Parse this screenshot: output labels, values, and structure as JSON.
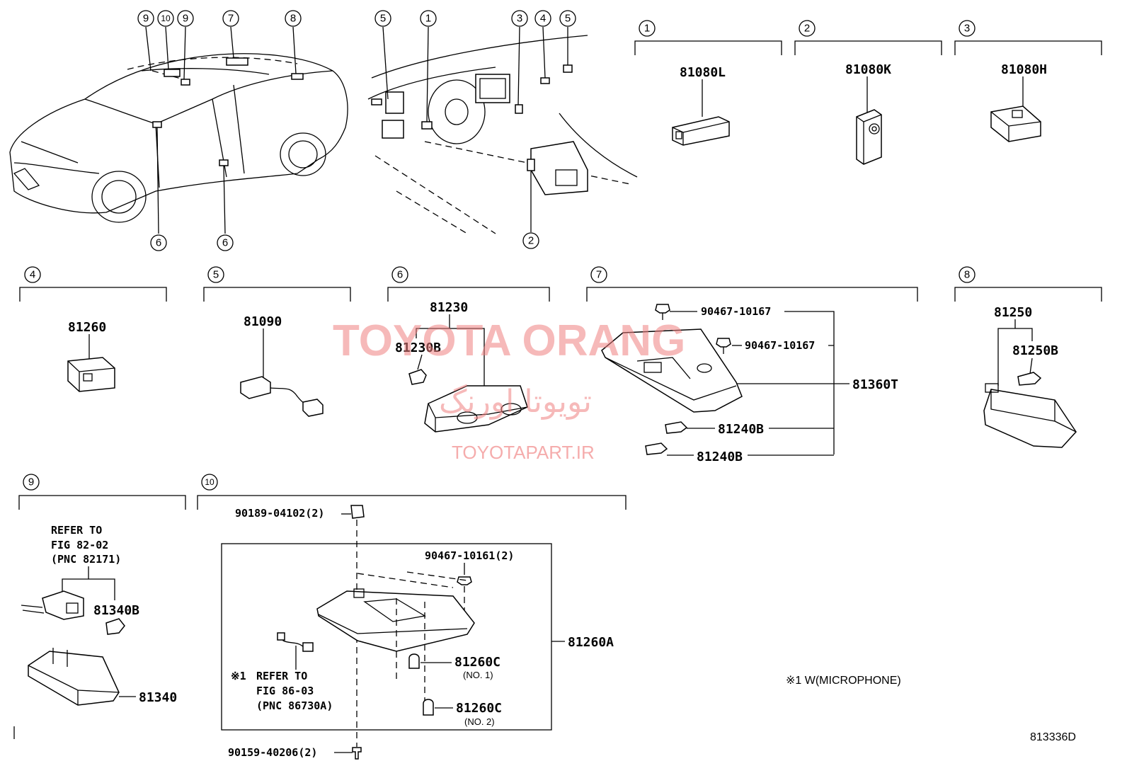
{
  "watermark": {
    "main": "TOYOTA ORANG",
    "farsi": "تویوتا اورنگ",
    "url": "TOYOTAPART.IR"
  },
  "diagram_code": "813336D",
  "footnote": "※1 W(MICROPHONE)",
  "car_callouts": [
    "9",
    "10",
    "9",
    "7",
    "8",
    "6",
    "6"
  ],
  "dash_callouts": [
    "5",
    "1",
    "3",
    "4",
    "5",
    "2"
  ],
  "sections": {
    "s1": {
      "num": "1",
      "part": "81080L"
    },
    "s2": {
      "num": "2",
      "part": "81080K"
    },
    "s3": {
      "num": "3",
      "part": "81080H"
    },
    "s4": {
      "num": "4",
      "part": "81260"
    },
    "s5": {
      "num": "5",
      "part": "81090"
    },
    "s6": {
      "num": "6",
      "part_main": "81230",
      "part_bulb": "81230B"
    },
    "s7": {
      "num": "7",
      "screw1": "90467-10167",
      "screw2": "90467-10167",
      "assembly": "81360T",
      "bulb1": "81240B",
      "bulb2": "81240B"
    },
    "s8": {
      "num": "8",
      "part_main": "81250",
      "part_bulb": "81250B"
    },
    "s9": {
      "num": "9",
      "refer_line1": "REFER TO",
      "refer_line2": "FIG 82-02",
      "refer_line3": "(PNC 82171)",
      "bulb": "81340B",
      "lamp": "81340"
    },
    "s10": {
      "num": "10",
      "clip": "90189-04102(2)",
      "screw": "90467-10161(2)",
      "assembly": "81260A",
      "bulb1": "81260C",
      "bulb1_sub": "(NO. 1)",
      "bulb2": "81260C",
      "bulb2_sub": "(NO. 2)",
      "refer_mark": "※1",
      "refer_line1": "REFER TO",
      "refer_line2": "FIG 86-03",
      "refer_line3": "(PNC 86730A)",
      "bottom_screw": "90159-40206(2)"
    }
  }
}
